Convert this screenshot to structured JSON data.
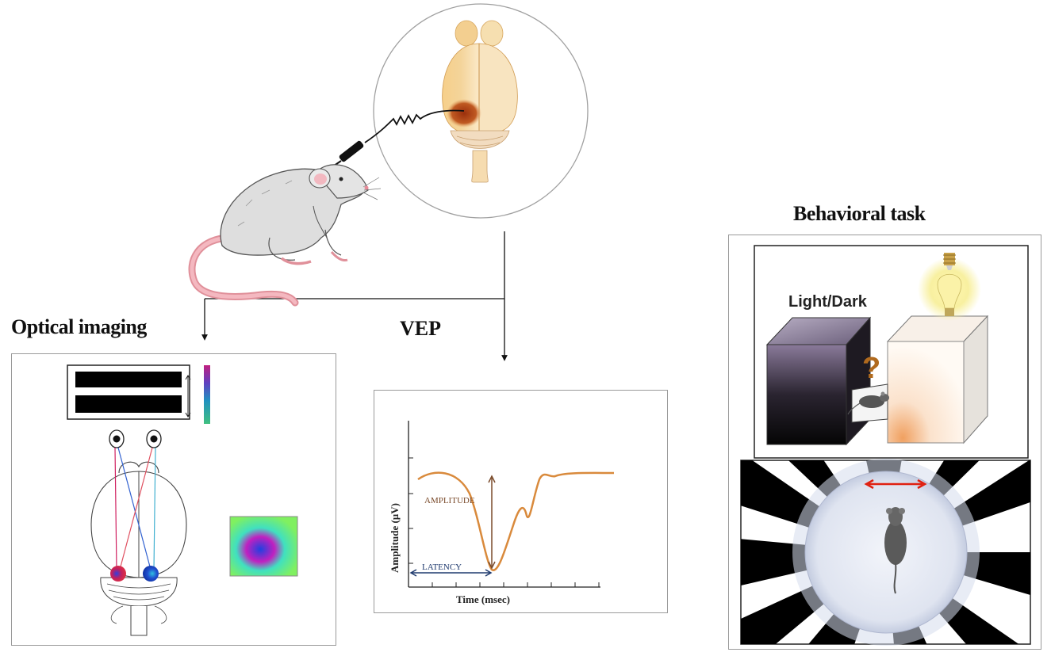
{
  "labels": {
    "optical_imaging": "Optical imaging",
    "vep": "VEP",
    "behavioral_task": "Behavioral task"
  },
  "vep_plot": {
    "ylabel": "Amplitude (µV)",
    "xlabel": "Time (msec)",
    "amplitude_label": "AMPLITUDE",
    "latency_label": "LATENCY",
    "trace_color": "#d98a3c",
    "amplitude_color": "#7a4a2a",
    "latency_color": "#1f3a6e"
  },
  "behavior": {
    "light_dark_label": "Light/Dark",
    "question_mark": "?",
    "arrow_color": "#e02010"
  },
  "colors": {
    "brain": "#f2c078",
    "lesion": "#a83a10",
    "rat_body": "#dcdcdc",
    "rat_tail": "#f0a0a8",
    "left_eye_projection": "#e03050",
    "right_eye_projection": "#2070d0"
  },
  "icons": [
    "rat-icon",
    "brain-icon",
    "electrode-icon",
    "lightbulb-icon",
    "mouse-icon",
    "eye-icon"
  ]
}
